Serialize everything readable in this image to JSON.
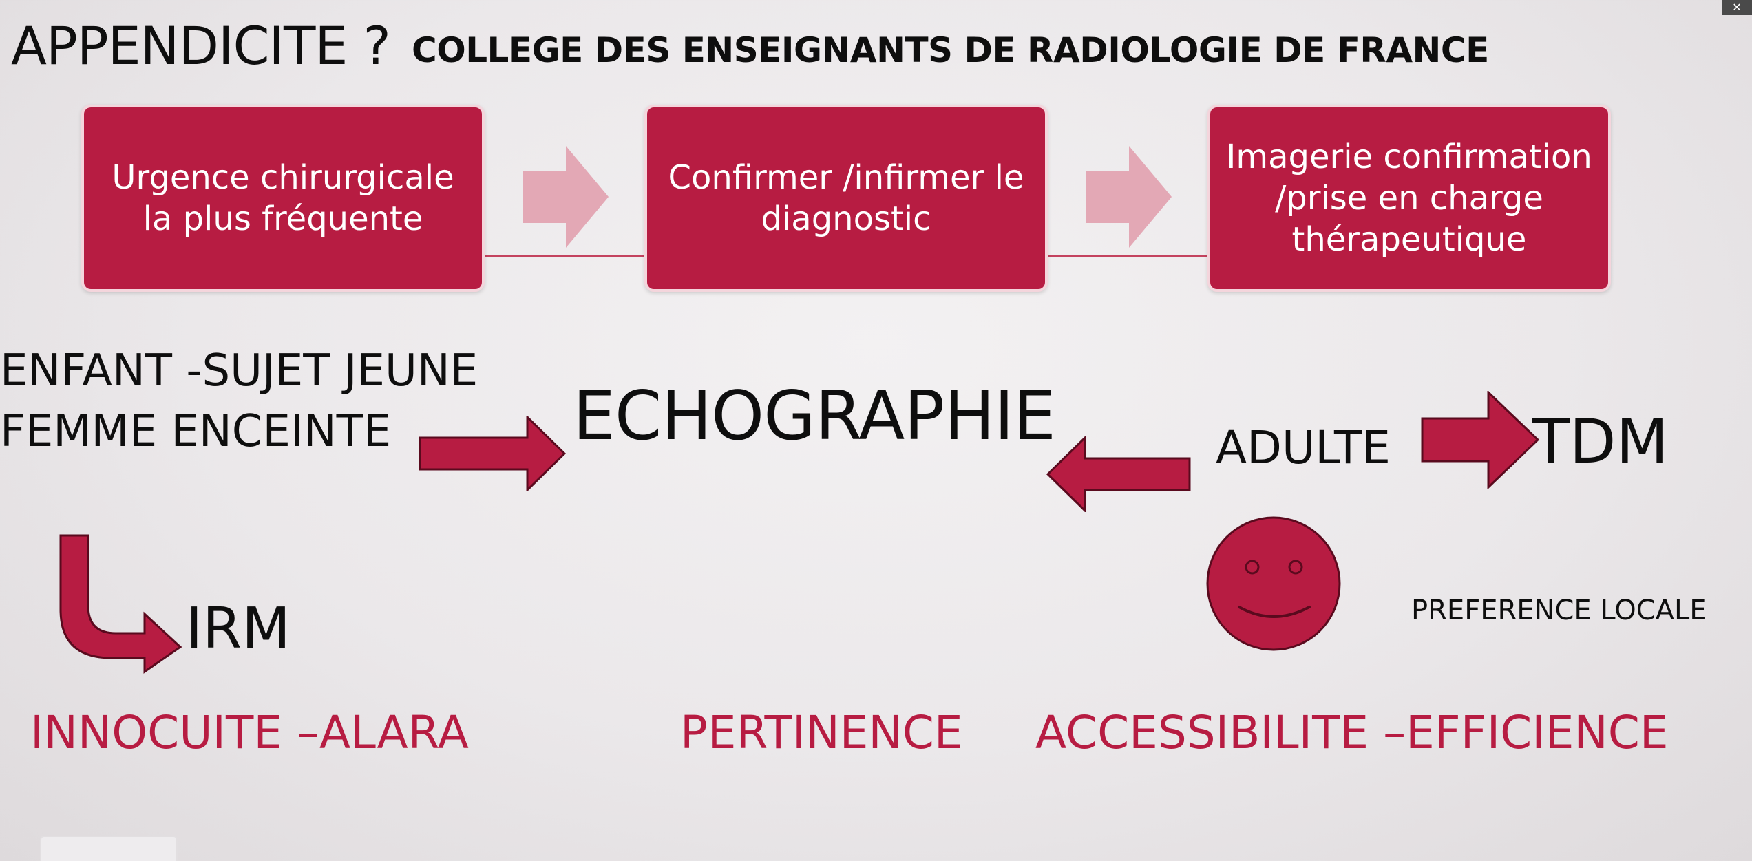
{
  "title": {
    "main": "APPENDICITE ?",
    "subtitle": "COLLEGE DES ENSEIGNANTS DE RADIOLOGIE DE FRANCE"
  },
  "flow": {
    "box1": "Urgence chirurgicale\nla plus fréquente",
    "box2": "Confirmer /infirmer le\ndiagnostic",
    "box3": "Imagerie confirmation\n/prise en charge\nthérapeutique"
  },
  "left": {
    "line1": "ENFANT -SUJET JEUNE",
    "line2": "FEMME ENCEINTE",
    "irm": "IRM",
    "principle": "INNOCUITE –ALARA"
  },
  "center": {
    "modality": "ECHOGRAPHIE",
    "principle": "PERTINENCE"
  },
  "right": {
    "adult": "ADULTE",
    "modality": "TDM",
    "preference": "PREFERENCE LOCALE",
    "principle": "ACCESSIBILITE –EFFICIENCE"
  },
  "colors": {
    "accent": "#b71c42",
    "arrow_light": "#e3a8b5",
    "text": "#0e0e0e",
    "background": "#ebe8ea"
  },
  "icons": {
    "smiley": "smiley-face-icon",
    "close": "close-icon"
  }
}
